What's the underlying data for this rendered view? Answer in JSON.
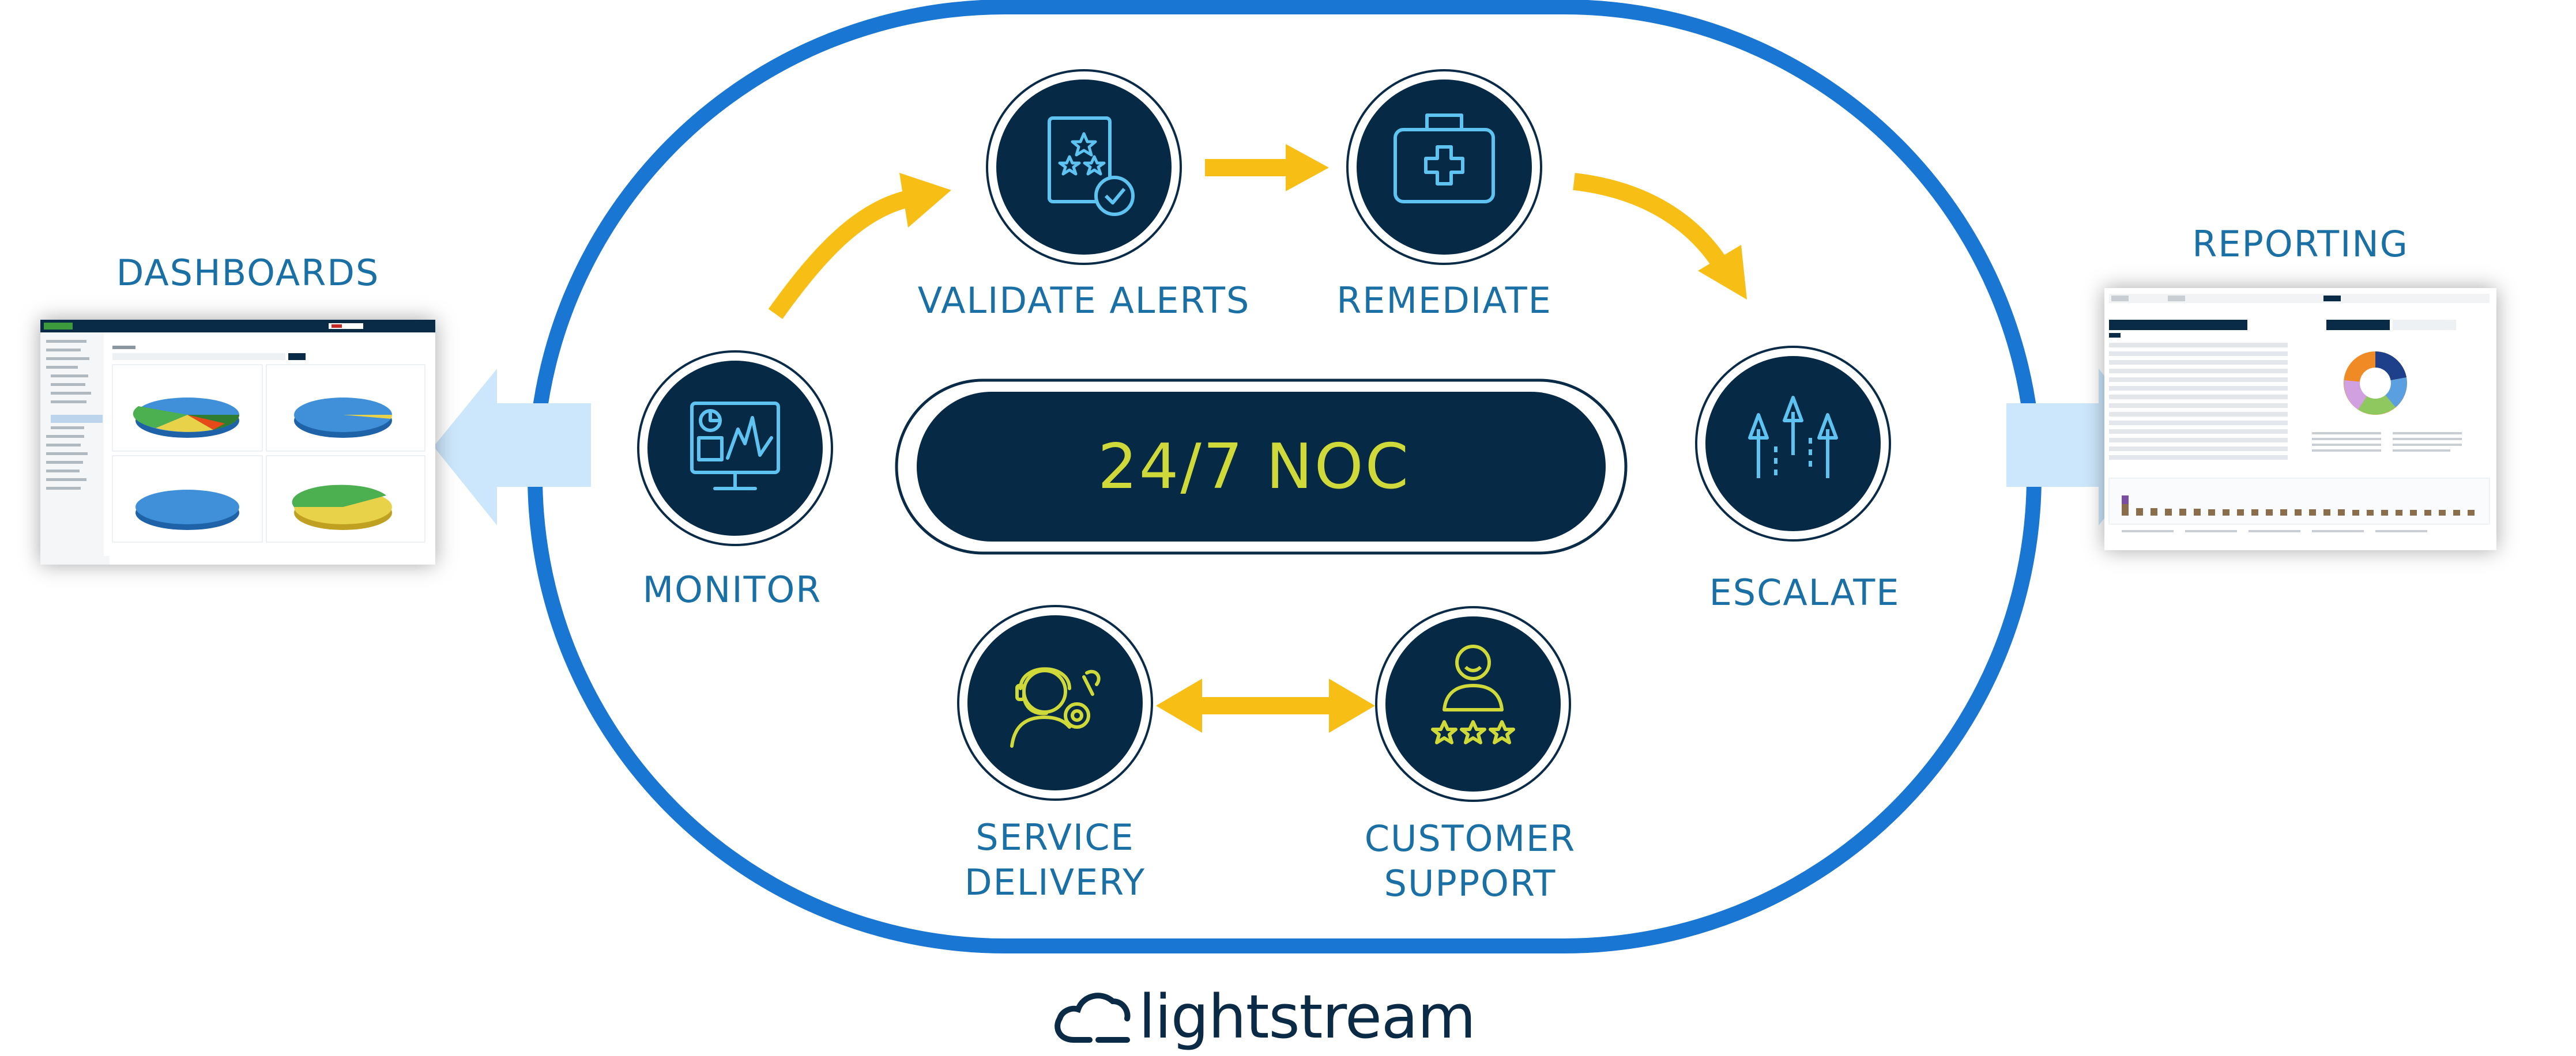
{
  "center": {
    "title": "24/7 NOC"
  },
  "steps": {
    "monitor": "MONITOR",
    "validate_alerts": "VALIDATE ALERTS",
    "remediate": "REMEDIATE",
    "escalate": "ESCALATE",
    "service_delivery_line1": "SERVICE",
    "service_delivery_line2": "DELIVERY",
    "customer_support_line1": "CUSTOMER",
    "customer_support_line2": "SUPPORT"
  },
  "sides": {
    "dashboards": "DASHBOARDS",
    "reporting": "REPORTING"
  },
  "brand": {
    "name": "lightstream"
  },
  "colors": {
    "ring": "#1976d2",
    "circle_fill": "#062a45",
    "arrow_yellow": "#f7bf16",
    "label_blue": "#1a6fa5",
    "noc_text": "#cfd93a",
    "side_arrow": "#cce6fb"
  },
  "icons": {
    "monitor": "monitor-chart-icon",
    "validate_alerts": "clipboard-stars-check-icon",
    "remediate": "medical-kit-icon",
    "escalate": "up-arrows-icon",
    "service_delivery": "headset-technician-icon",
    "customer_support": "person-three-stars-icon"
  }
}
